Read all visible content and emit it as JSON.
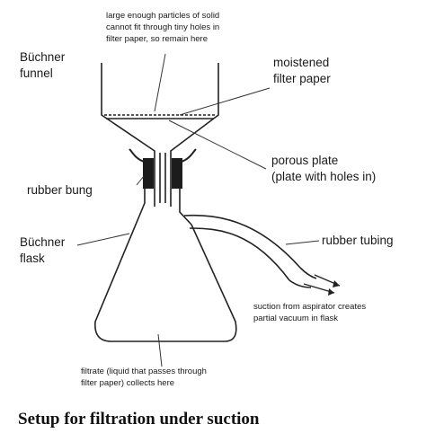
{
  "labels": {
    "particles": [
      "large enough particles of solid",
      "cannot fit through tiny holes in",
      "filter paper, so remain here"
    ],
    "buchner_funnel": [
      "Büchner",
      "funnel"
    ],
    "moistened_filter_paper": [
      "moistened",
      "filter paper"
    ],
    "porous_plate": [
      "porous plate",
      "(plate with holes in)"
    ],
    "rubber_bung": "rubber bung",
    "buchner_flask": [
      "Büchner",
      "flask"
    ],
    "rubber_tubing": "rubber tubing",
    "suction": [
      "suction from aspirator creates",
      "partial vacuum in flask"
    ],
    "filtrate": [
      "filtrate (liquid that passes through",
      "filter paper) collects here"
    ]
  },
  "caption": "Setup for filtration under suction"
}
